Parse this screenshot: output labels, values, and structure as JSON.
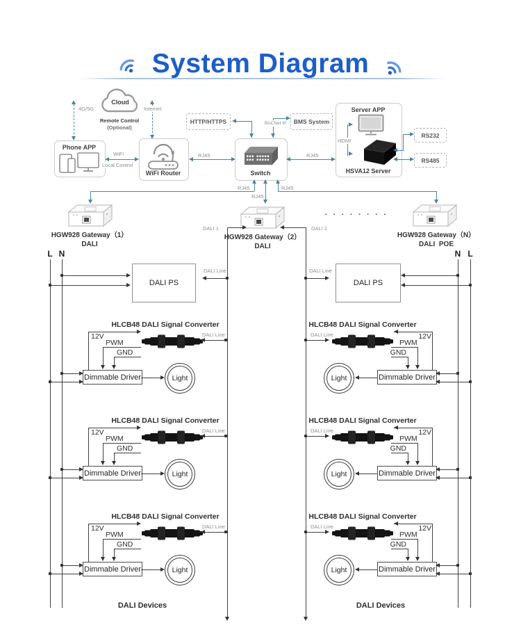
{
  "title": "System Diagram",
  "labels": {
    "g4_5g": "4G/5G",
    "internet": "Internet",
    "wifi": "WiFi",
    "local_control": "Local Control",
    "rj45": "RJ45",
    "bacnet_ip": "BACNet IP",
    "hdmi": "HDMI",
    "dali_1": "DALI 1",
    "dali_2": "DALI 2",
    "dali_line": "DALI Line",
    "l": "L",
    "n": "N",
    "dots": ". . . . . . . ."
  },
  "boxes": {
    "cloud": "Cloud",
    "remote_control": "Remote Control",
    "optional": "(Optional)",
    "phone_app": "Phone APP",
    "wifi_router": "WiFi Router",
    "switch": "Switch",
    "http_https": "HTTP/HTTPS",
    "bms": "BMS System",
    "server_app": "Server APP",
    "hsva12": "HSVA12 Server",
    "rs232": "RS232",
    "rs485": "RS485",
    "dali_ps": "DALI PS"
  },
  "gateways": {
    "g1_title": "HGW928 Gateway（1）",
    "g1_sub": "DALI",
    "g2_title": "HGW928 Gateway（2）",
    "g2_sub": "DALI",
    "gn_title": "HGW928 Gateway（N）",
    "gn_sub": "DALI  POE"
  },
  "module": {
    "title": "HLCB48 DALI Signal Converter",
    "v12": "12V",
    "pwm": "PWM",
    "gnd": "GND",
    "driver": "Dimmable Driver",
    "light": "Light"
  },
  "footer": {
    "dali_devices": "DALI Devices"
  },
  "colors": {
    "title_blue": "#1c5ec7",
    "connector_blue": "#4b80ad",
    "line_dark": "#3f3f3f"
  }
}
